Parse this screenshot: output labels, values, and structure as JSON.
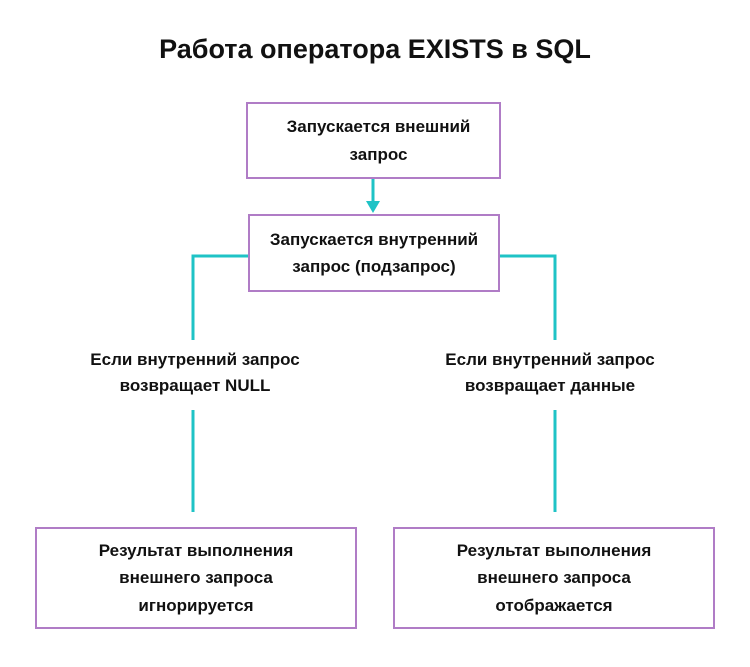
{
  "title": "Работа оператора EXISTS в SQL",
  "nodes": {
    "outer_query": {
      "line1": "Запускается внешний",
      "line2": "запрос"
    },
    "inner_query": {
      "line1": "Запускается внутренний",
      "line2": "запрос (подзапрос)"
    },
    "condition_null": {
      "line1": "Если внутренний запрос",
      "line2": "возвращает NULL"
    },
    "condition_data": {
      "line1": "Если внутренний запрос",
      "line2": "возвращает данные"
    },
    "result_ignored": {
      "line1": "Результат выполнения",
      "line2": "внешнего запроса",
      "line3": "игнорируется"
    },
    "result_displayed": {
      "line1": "Результат выполнения",
      "line2": "внешнего запроса",
      "line3": "отображается"
    }
  },
  "colors": {
    "box_border": "#b07cc6",
    "connector": "#1fc3c6",
    "text": "#111111"
  }
}
